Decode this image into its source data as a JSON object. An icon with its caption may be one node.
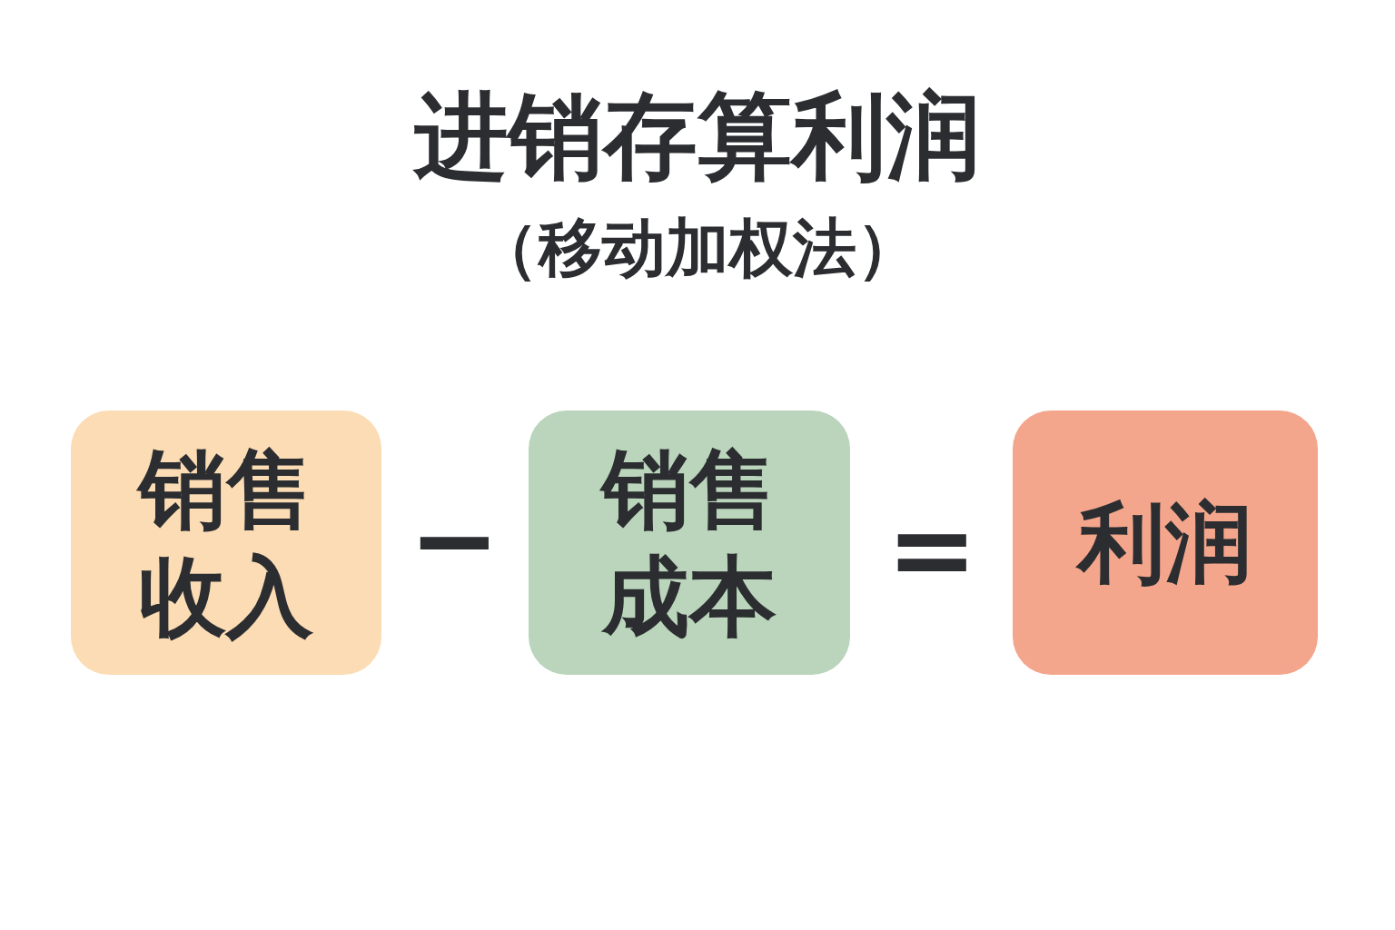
{
  "diagram": {
    "title": "进销存算利润",
    "nodes": [
      {
        "text": [
          "销售收入"
        ]
      },
      {
        "text": [
          "销售成本"
        ]
      },
      {
        "text": [
          "利润"
        ]
      }
    ],
    "labels": [
      "（移动加权法）",
      "−",
      "="
    ]
  }
}
